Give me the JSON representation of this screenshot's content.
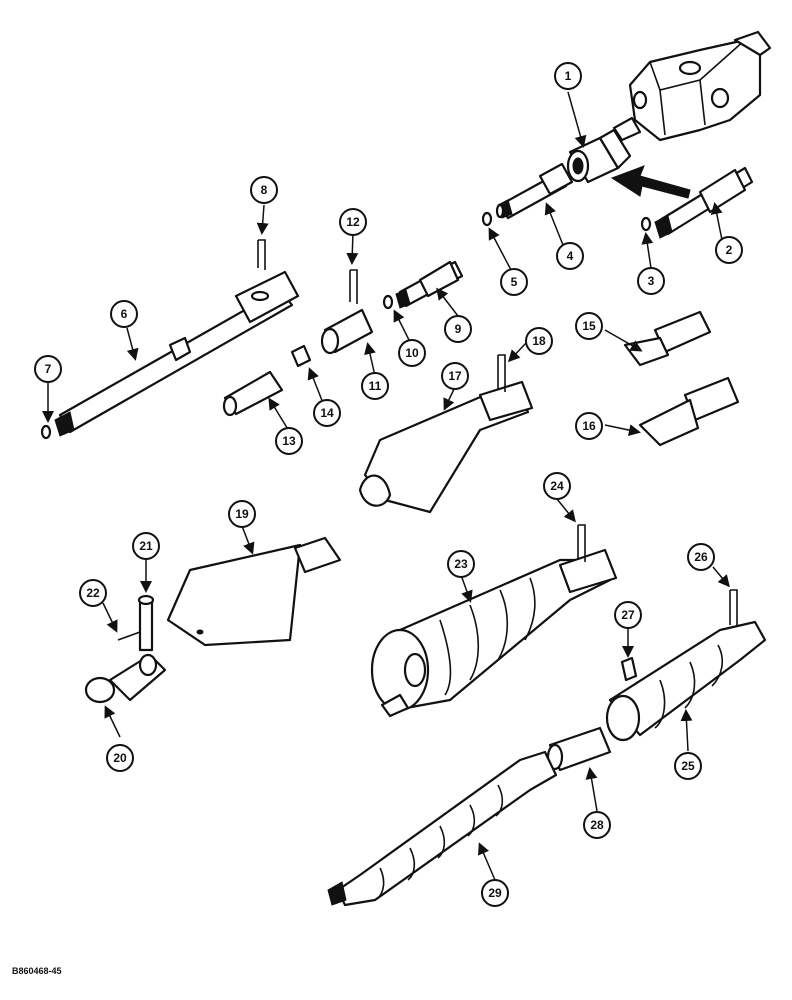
{
  "drawing_code": "B860468-45",
  "callouts": [
    "1",
    "2",
    "3",
    "4",
    "5",
    "6",
    "7",
    "8",
    "9",
    "10",
    "11",
    "12",
    "13",
    "14",
    "15",
    "16",
    "17",
    "18",
    "19",
    "20",
    "21",
    "22",
    "23",
    "24",
    "25",
    "26",
    "27",
    "28",
    "29"
  ]
}
